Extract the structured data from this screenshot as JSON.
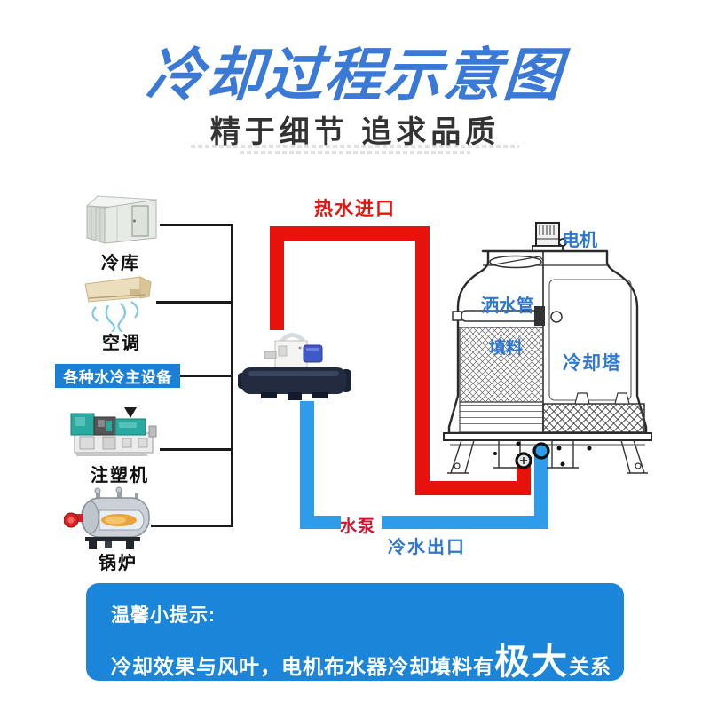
{
  "header": {
    "title": "冷却过程示意图",
    "subtitle": "精于细节 追求品质"
  },
  "equipment": [
    {
      "id": "cold-storage",
      "label": "冷库"
    },
    {
      "id": "air-conditioner",
      "label": "空调"
    },
    {
      "id": "water-cooled-devices",
      "label": "各种水冷主设备"
    },
    {
      "id": "injection-molding-machine",
      "label": "注塑机"
    },
    {
      "id": "boiler",
      "label": "锅炉"
    }
  ],
  "pipes": {
    "hot_water_inlet_label": "热水进口",
    "water_pump_label": "水泵",
    "cold_water_outlet_label": "冷水出口"
  },
  "cooling_tower": {
    "motor_label": "电机",
    "sprinkler_label": "洒水管",
    "filler_label": "填料",
    "tower_label": "冷却塔"
  },
  "tip": {
    "title": "温馨小提示:",
    "prefix": "冷却效果与风叶，电机布水器冷却填料有",
    "emphasis": "极大",
    "suffix": "关系"
  },
  "colors": {
    "title_blue": "#3b79d6",
    "label_blue": "#2e77d0",
    "hot_pipe_red": "#e8120c",
    "cold_pipe_blue": "#2e9ce8",
    "device_tag_bg": "#1c7fd6",
    "tip_box_bg": "#1b86d9"
  }
}
